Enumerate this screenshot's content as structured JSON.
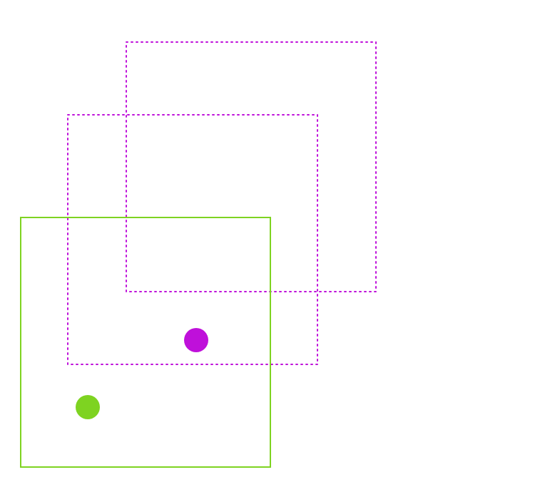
{
  "diagram": {
    "background": "#ffffff",
    "colors": {
      "magenta": "#bf10da",
      "green": "#7ed321"
    },
    "shapes": [
      {
        "kind": "square",
        "style": "dotted",
        "color": "#bf10da",
        "label": ""
      },
      {
        "kind": "square",
        "style": "dotted",
        "color": "#bf10da",
        "label": ""
      },
      {
        "kind": "square",
        "style": "solid",
        "color": "#7ed321",
        "label": ""
      },
      {
        "kind": "dot",
        "color": "#bf10da",
        "label": ""
      },
      {
        "kind": "dot",
        "color": "#7ed321",
        "label": ""
      }
    ]
  }
}
